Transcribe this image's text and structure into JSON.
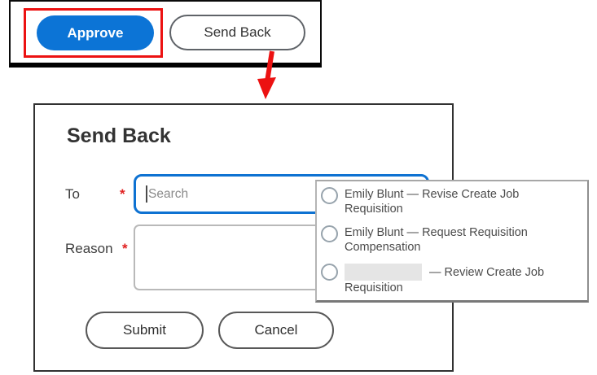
{
  "colors": {
    "workday_blue": "#0c74d6",
    "input_focus_blue": "#0e72d2",
    "highlight_red": "#ec1212",
    "required_red": "#e02020"
  },
  "toolbar": {
    "approve_label": "Approve",
    "send_back_label": "Send Back"
  },
  "dialog": {
    "title": "Send Back",
    "required_marker": "*",
    "to_field": {
      "label": "To",
      "placeholder": "Search",
      "value": ""
    },
    "reason_field": {
      "label": "Reason",
      "value": ""
    },
    "submit_label": "Submit",
    "cancel_label": "Cancel"
  },
  "dropdown": {
    "options": [
      {
        "line1": "Emily Blunt — Revise Create Job",
        "line2": "Requisition",
        "selected": false
      },
      {
        "line1": "Emily Blunt — Request Requisition",
        "line2": "Compensation",
        "selected": false
      },
      {
        "line1": "— Review Create Job",
        "line2": "Requisition",
        "redacted_name": true,
        "selected": false
      }
    ]
  }
}
